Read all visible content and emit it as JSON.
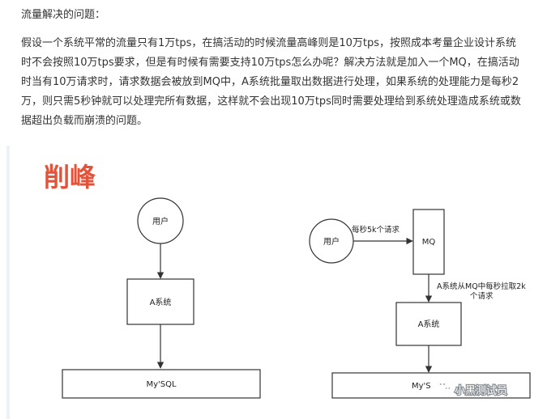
{
  "article": {
    "heading": "流量解决的问题：",
    "paragraph": "假设一个系统平常的流量只有1万tps，在搞活动的时候流量高峰则是10万tps，按照成本考量企业设计系统时不会按照10万tps要求，但是有时候有需要支持10万tps怎么办呢？解决方法就是加入一个MQ，在搞活动时当有10万请求时，请求数据会被放到MQ中，A系统批量取出数据进行处理，如果系统的处理能力是每秒2万，则只需5秒钟就可以处理完所有数据，这样就不会出现10万tps同时需要处理给到系统处理造成系统或数据超出负载而崩溃的问题。"
  },
  "figure": {
    "title": "削峰",
    "left": {
      "user": "用户",
      "system": "A系统",
      "db": "My'SQL"
    },
    "right": {
      "user": "用户",
      "edge_user_mq": "每秒5k个请求",
      "mq": "MQ",
      "edge_mq_system_line1": "A系统从MQ中每秒拉取2k",
      "edge_mq_system_line2": "个请求",
      "system": "A系统",
      "db": "My'S"
    },
    "watermark": {
      "icon": "wechat-icon",
      "text": "小黑测试员"
    }
  }
}
